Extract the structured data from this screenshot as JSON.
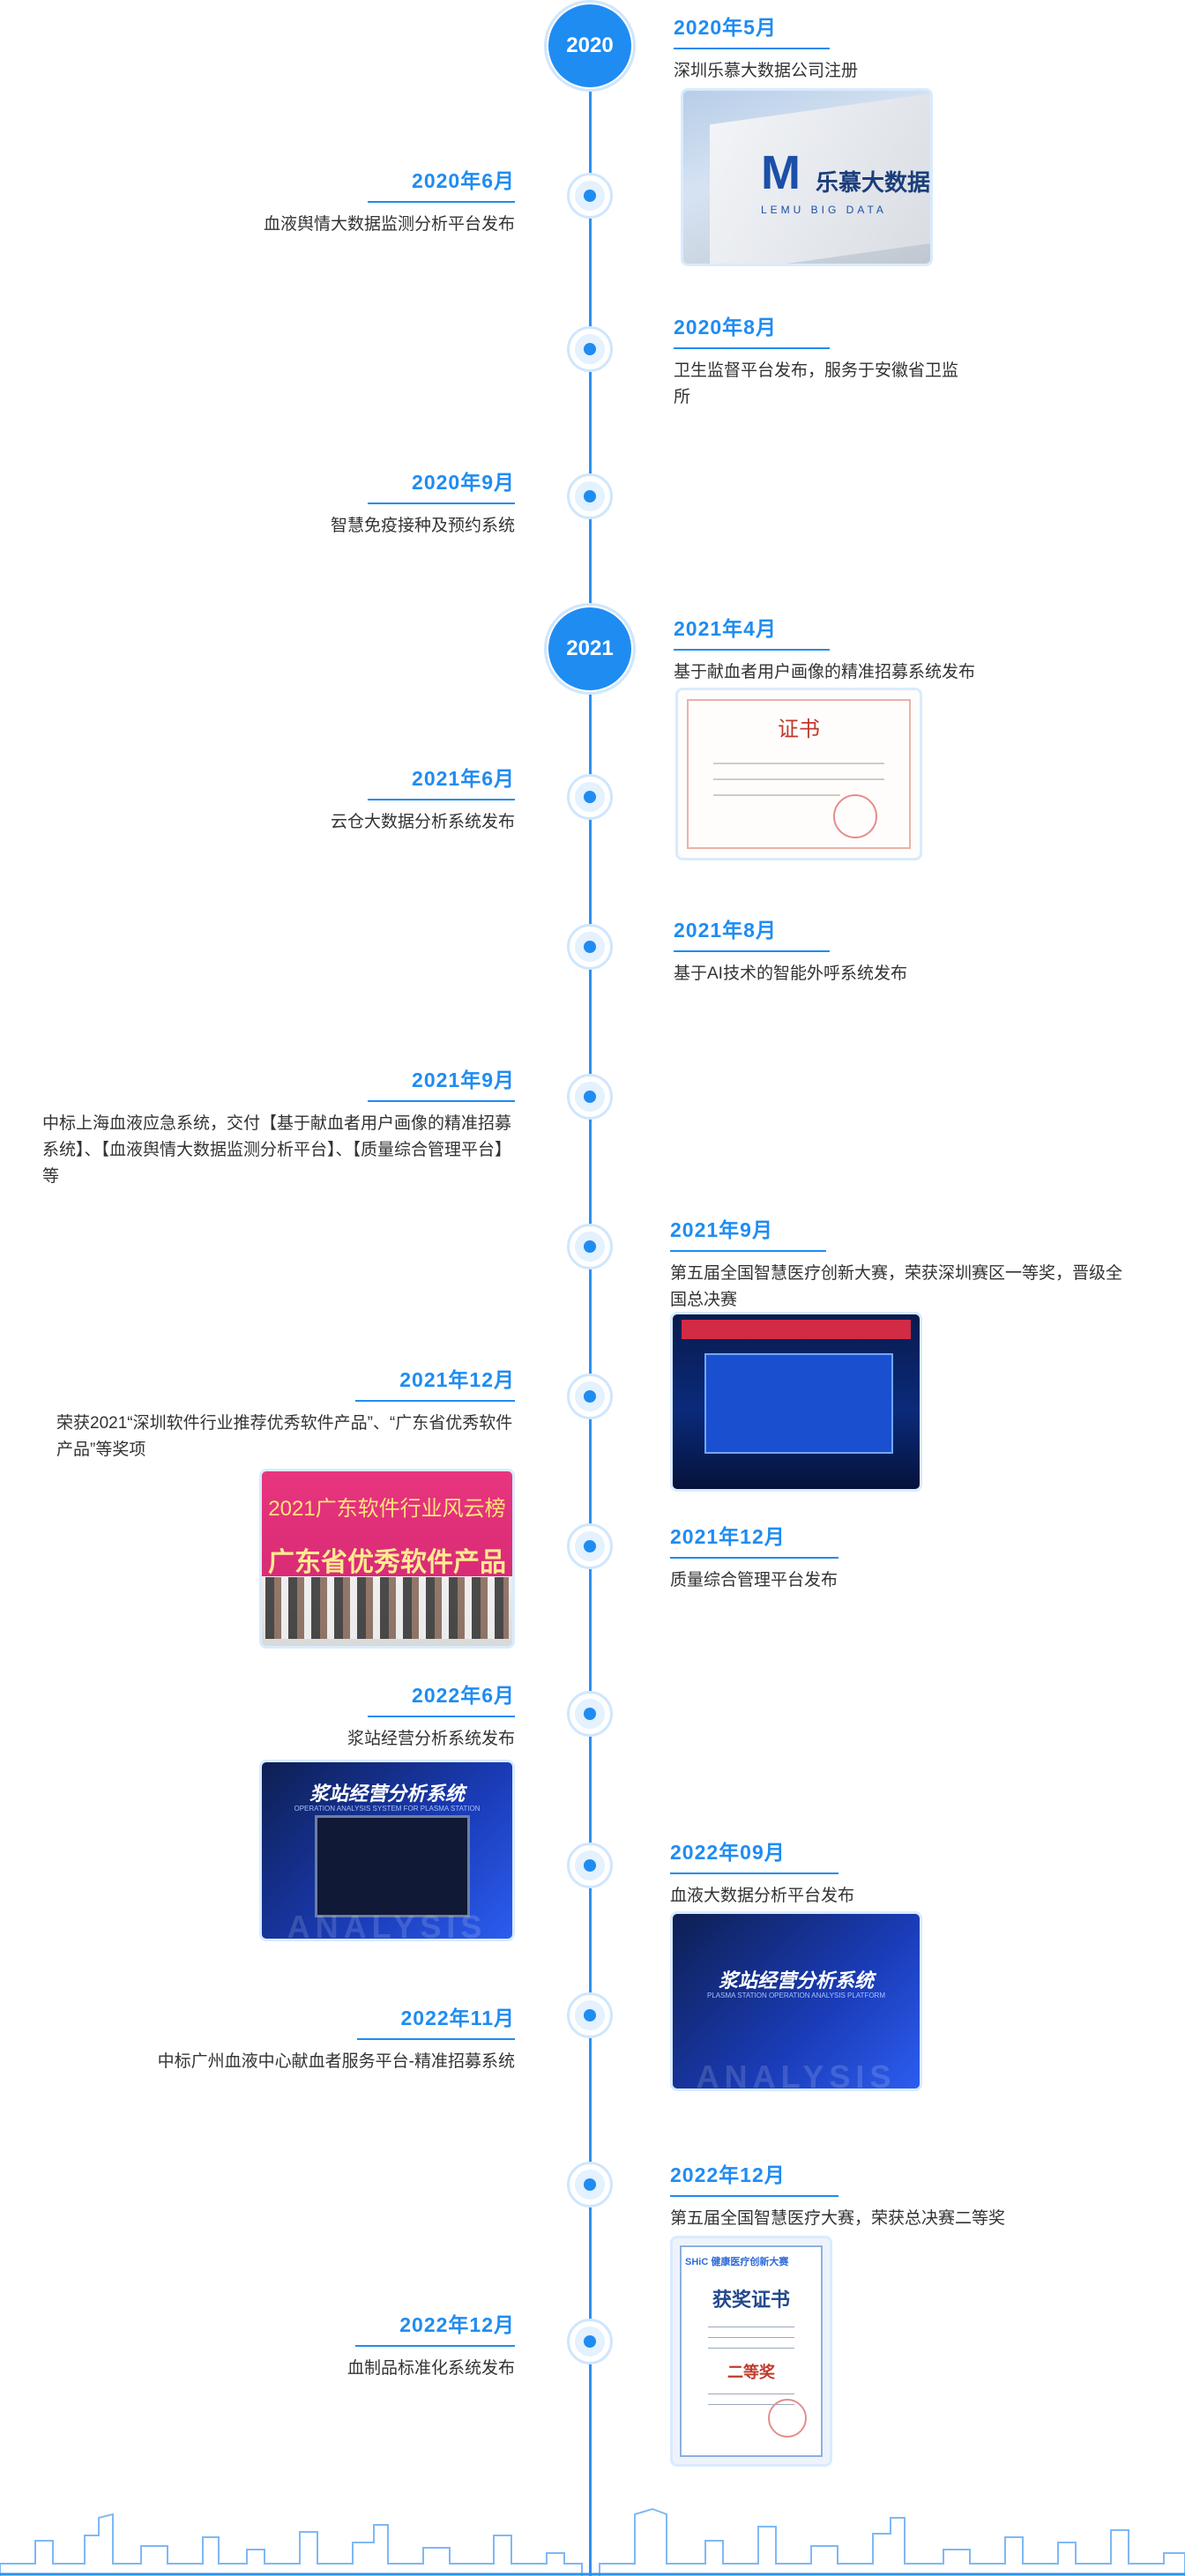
{
  "colors": {
    "accent": "#1f8cf2",
    "axis": "#2f8ff0",
    "ring": "#cfe6fd",
    "text": "#333333"
  },
  "years": [
    "2020",
    "2021"
  ],
  "events": [
    {
      "date": "2020年5月",
      "desc": "深圳乐慕大数据公司注册"
    },
    {
      "date": "2020年6月",
      "desc": "血液舆情大数据监测分析平台发布"
    },
    {
      "date": "2020年8月",
      "desc": "卫生监督平台发布，服务于安徽省卫监所"
    },
    {
      "date": "2020年9月",
      "desc": "智慧免疫接种及预约系统"
    },
    {
      "date": "2021年4月",
      "desc": "基于献血者用户画像的精准招募系统发布"
    },
    {
      "date": "2021年6月",
      "desc": "云仓大数据分析系统发布"
    },
    {
      "date": "2021年8月",
      "desc": "基于AI技术的智能外呼系统发布"
    },
    {
      "date": "2021年9月",
      "desc": "中标上海血液应急系统，交付【基于献血者用户画像的精准招募系统】、【血液舆情大数据监测分析平台】、【质量综合管理平台】等"
    },
    {
      "date": "2021年9月",
      "desc": "第五届全国智慧医疗创新大赛，荣获深圳赛区一等奖，晋级全国总决赛"
    },
    {
      "date": "2021年12月",
      "desc": "荣获2021“深圳软件行业推荐优秀软件产品”、“广东省优秀软件产品”等奖项"
    },
    {
      "date": "2021年12月",
      "desc": "质量综合管理平台发布"
    },
    {
      "date": "2022年6月",
      "desc": "浆站经营分析系统发布"
    },
    {
      "date": "2022年09月",
      "desc": "血液大数据分析平台发布"
    },
    {
      "date": "2022年11月",
      "desc": "中标广州血液中心献血者服务平台-精准招募系统"
    },
    {
      "date": "2022年12月",
      "desc": "第五届全国智慧医疗大赛，荣获总决赛二等奖"
    },
    {
      "date": "2022年12月",
      "desc": "血制品标准化系统发布"
    }
  ],
  "images": {
    "building": {
      "logo_mark": "M",
      "logo_text": "乐慕大数据",
      "logo_sub": "LEMU BIG DATA"
    },
    "certificate": {
      "title": "证书"
    },
    "award_stage": {
      "line1": "2021广东软件行业风云榜",
      "line2": "广东省优秀软件产品"
    },
    "analysis": {
      "title": "浆站经营分析系统",
      "subtitle": "OPERATION ANALYSIS SYSTEM FOR PLASMA STATION",
      "ghost": "ANALYSIS"
    },
    "analysis2": {
      "title": "浆站经营分析系统",
      "subtitle": "PLASMA STATION OPERATION ANALYSIS PLATFORM",
      "ghost": "ANALYSIS"
    },
    "award_cert": {
      "header": "SHiC 健康医疗创新大赛",
      "title": "获奖证书",
      "rank": "二等奖"
    }
  }
}
